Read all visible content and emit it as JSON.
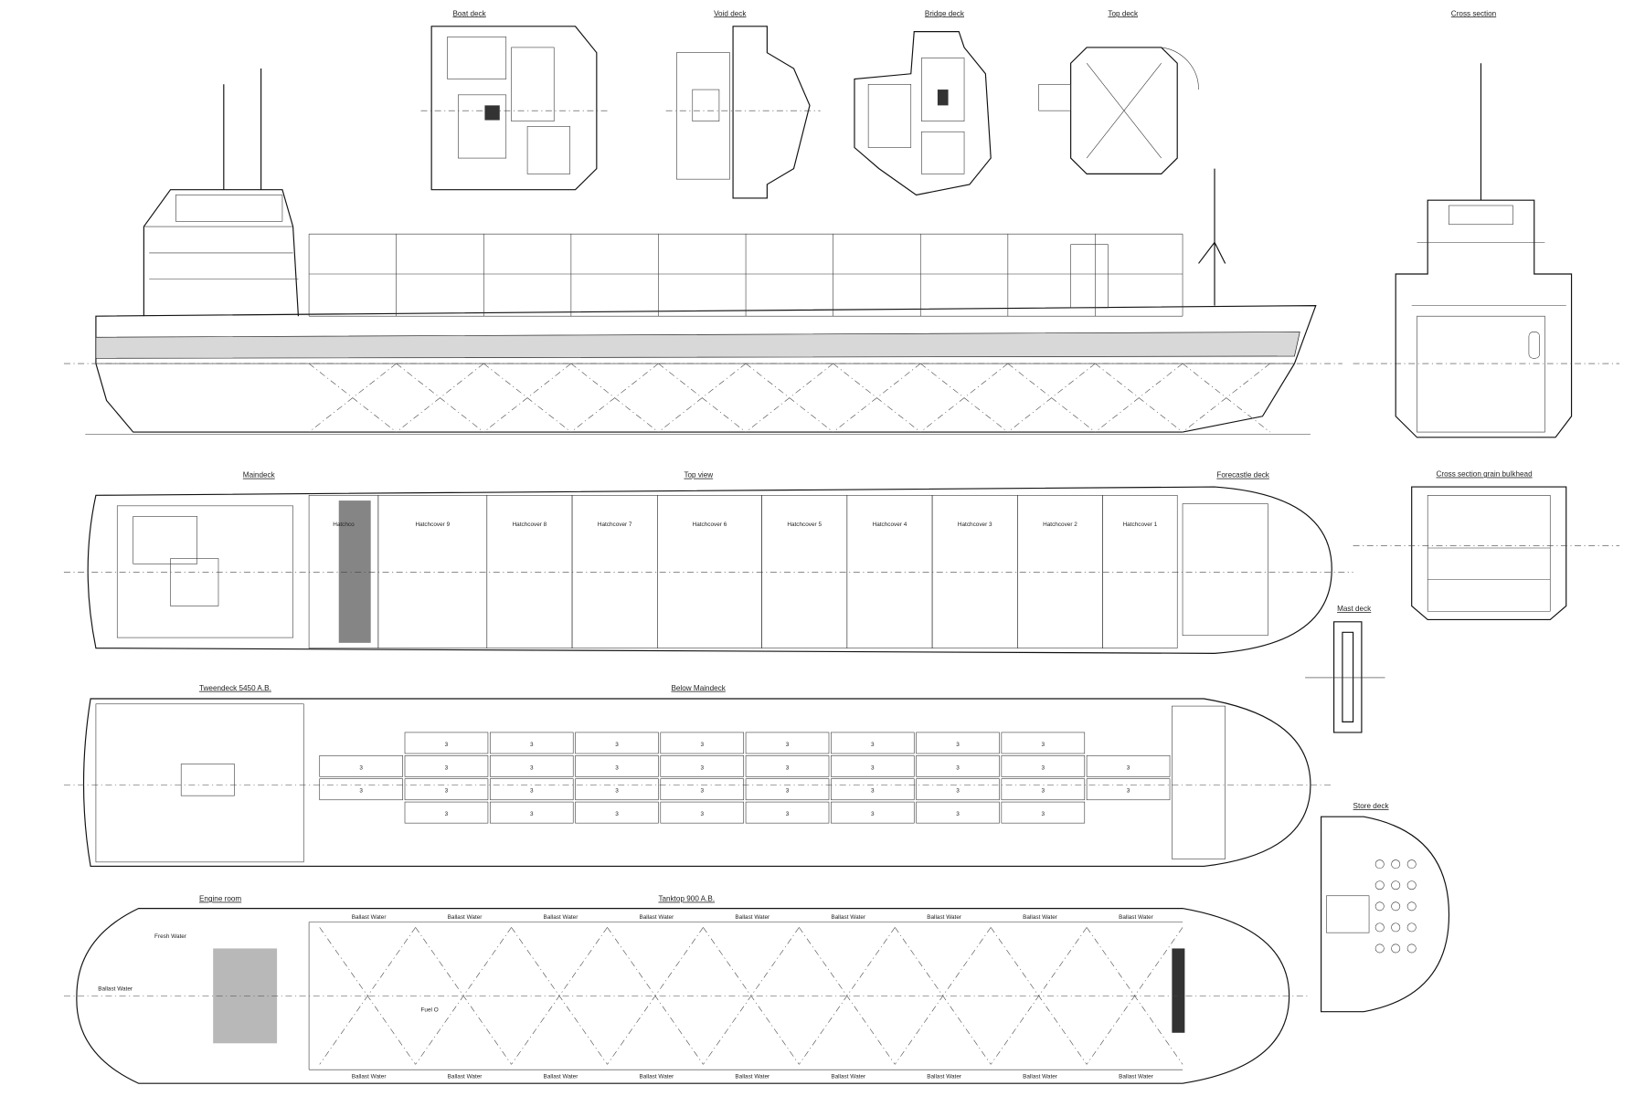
{
  "titles": {
    "boat_deck": "Boat deck",
    "void_deck": "Void deck",
    "bridge_deck": "Bridge deck",
    "top_deck": "Top deck",
    "cross_section": "Cross section",
    "maindeck": "Maindeck",
    "top_view": "Top view",
    "forecastle_deck": "Forecastle deck",
    "cross_section_grain": "Cross section grain bulkhead",
    "mast_deck": "Mast deck",
    "tweendeck": "Tweendeck 5450 A.B.",
    "below_maindeck": "Below Maindeck",
    "store_deck": "Store deck",
    "engine_room": "Engine room",
    "tanktop": "Tanktop 900 A.B."
  },
  "hatchcovers": [
    "Hatchco",
    "Hatchcover 9",
    "Hatchcover 8",
    "Hatchcover 7",
    "Hatchcover 6",
    "Hatchcover 5",
    "Hatchcover 4",
    "Hatchcover 3",
    "Hatchcover 2",
    "Hatchcover 1"
  ],
  "tanktop_labels": {
    "ballast": "Ballast Water",
    "fuel": "Fuel O",
    "fresh": "Fresh Water"
  },
  "hold_number": "3"
}
